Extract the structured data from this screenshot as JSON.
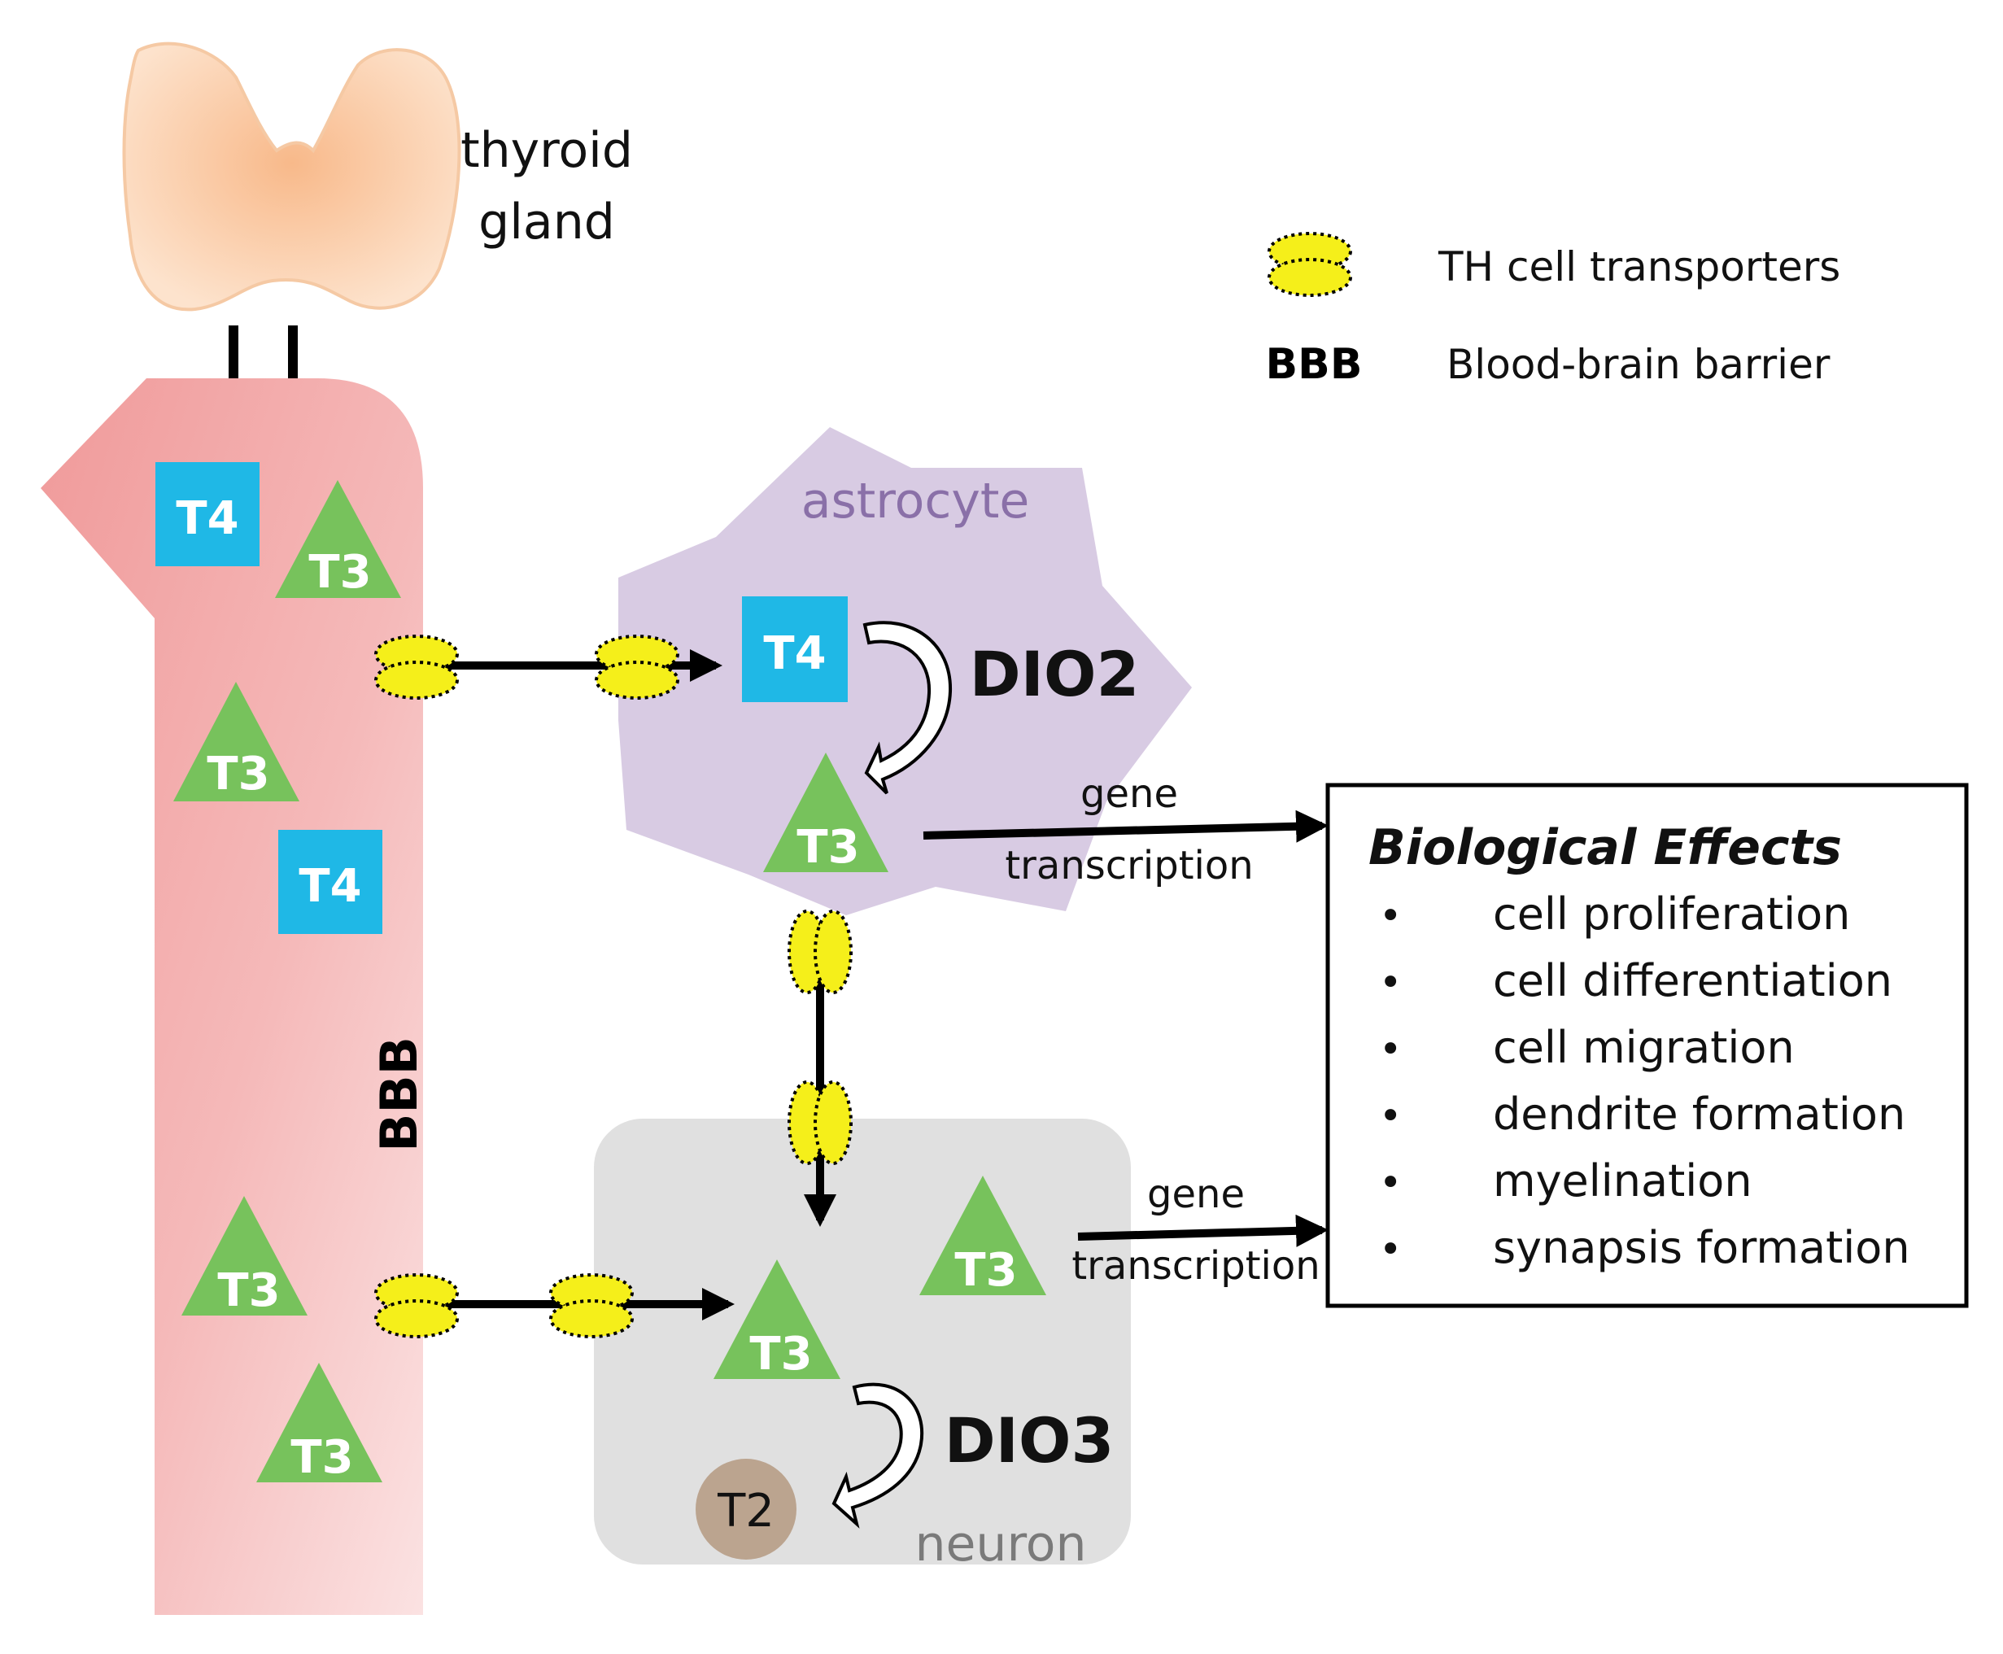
{
  "gland": {
    "label_line1": "thyroid",
    "label_line2": "gland"
  },
  "legend": {
    "transporter_label": "TH cell transporters",
    "bbb_abbrev": "BBB",
    "bbb_label": "Blood-brain barrier"
  },
  "vessel": {
    "bbb_label": "BBB",
    "molecules": [
      "T4",
      "T3",
      "T3",
      "T4",
      "T3",
      "T3"
    ]
  },
  "astrocyte": {
    "label": "astrocyte",
    "t4": "T4",
    "t3": "T3",
    "enzyme": "DIO2",
    "gene_line1": "gene",
    "gene_line2": "transcription"
  },
  "neuron": {
    "label": "neuron",
    "t3_upper": "T3",
    "t3_lower": "T3",
    "t2": "T2",
    "enzyme": "DIO3",
    "gene_line1": "gene",
    "gene_line2": "transcription"
  },
  "effects": {
    "title": "Biological Effects",
    "bullet": "•",
    "items": [
      "cell proliferation",
      "cell differentiation",
      "cell migration",
      "dendrite formation",
      "myelination",
      "synapsis formation"
    ]
  },
  "colors": {
    "t4_blue": "#1fb8e6",
    "t3_green": "#77c25c",
    "t2_tan": "#bba48f",
    "vessel_pink": "#f2a7a7",
    "astrocyte_purple": "#d8cbe3",
    "astrocyte_label": "#8a70a8",
    "neuron_gray": "#e0e0e0",
    "neuron_label": "#7a7a7a",
    "transporter_yellow": "#f5ef1a",
    "thyroid": "#fbd3b3"
  }
}
